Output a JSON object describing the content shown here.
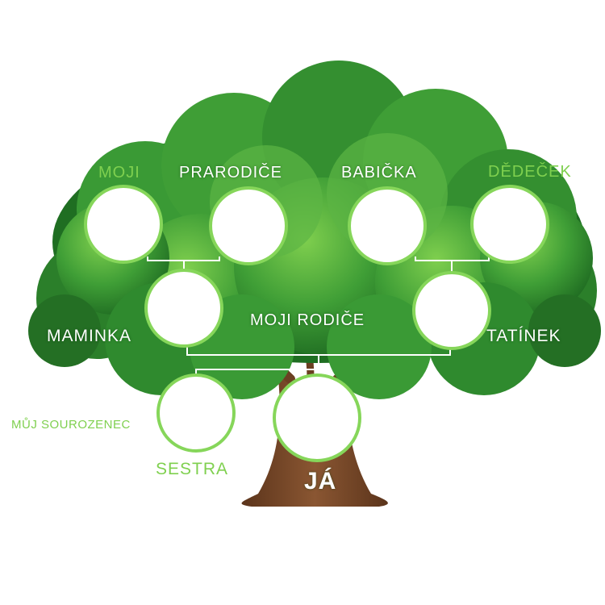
{
  "labels": {
    "moji": "MOJI",
    "prarodice": "PRARODIČE",
    "babicka": "BABIČKA",
    "dedecek": "DĚDEČEK",
    "maminka": "MAMINKA",
    "moji_rodice": "MOJI RODIČE",
    "tatinek": "TATÍNEK",
    "muj_sourozenec": "MŮJ SOUROZENEC",
    "sestra": "SESTRA",
    "ja": "JÁ"
  },
  "colors": {
    "accent_green": "#86d65a",
    "label_green": "#7fd04f",
    "foliage_dark": "#1f6e22",
    "foliage_mid": "#3a9a35",
    "foliage_light": "#6cc24a",
    "trunk": "#7a4a2a"
  }
}
